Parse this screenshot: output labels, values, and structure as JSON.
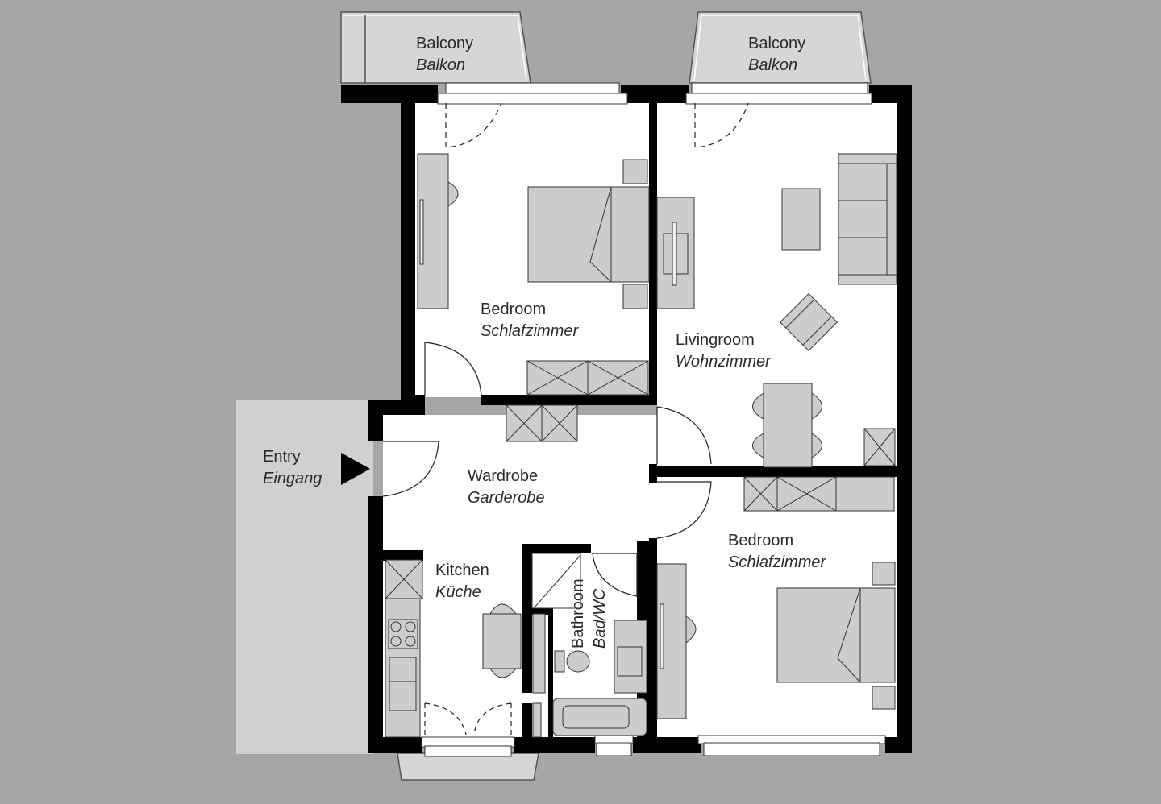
{
  "plan": {
    "colors": {
      "background": "#a6a6a6",
      "wall": "#000000",
      "floor": "#ffffff",
      "furniture": "#cccccc",
      "outdoor": "#d4d4d4",
      "entry_zone": "#d0d0d0"
    },
    "rooms": [
      {
        "id": "balcony-left",
        "en": "Balcony",
        "de": "Balkon"
      },
      {
        "id": "balcony-right",
        "en": "Balcony",
        "de": "Balkon"
      },
      {
        "id": "bedroom-top",
        "en": "Bedroom",
        "de": "Schlafzimmer"
      },
      {
        "id": "livingroom",
        "en": "Livingroom",
        "de": "Wohnzimmer"
      },
      {
        "id": "entry",
        "en": "Entry",
        "de": "Eingang"
      },
      {
        "id": "wardrobe",
        "en": "Wardrobe",
        "de": "Garderobe"
      },
      {
        "id": "kitchen",
        "en": "Kitchen",
        "de": "Küche"
      },
      {
        "id": "bathroom",
        "en": "Bathroom",
        "de": "Bad/WC"
      },
      {
        "id": "bedroom-bottom",
        "en": "Bedroom",
        "de": "Schlafzimmer"
      }
    ],
    "entry_marker": "arrow-right"
  }
}
